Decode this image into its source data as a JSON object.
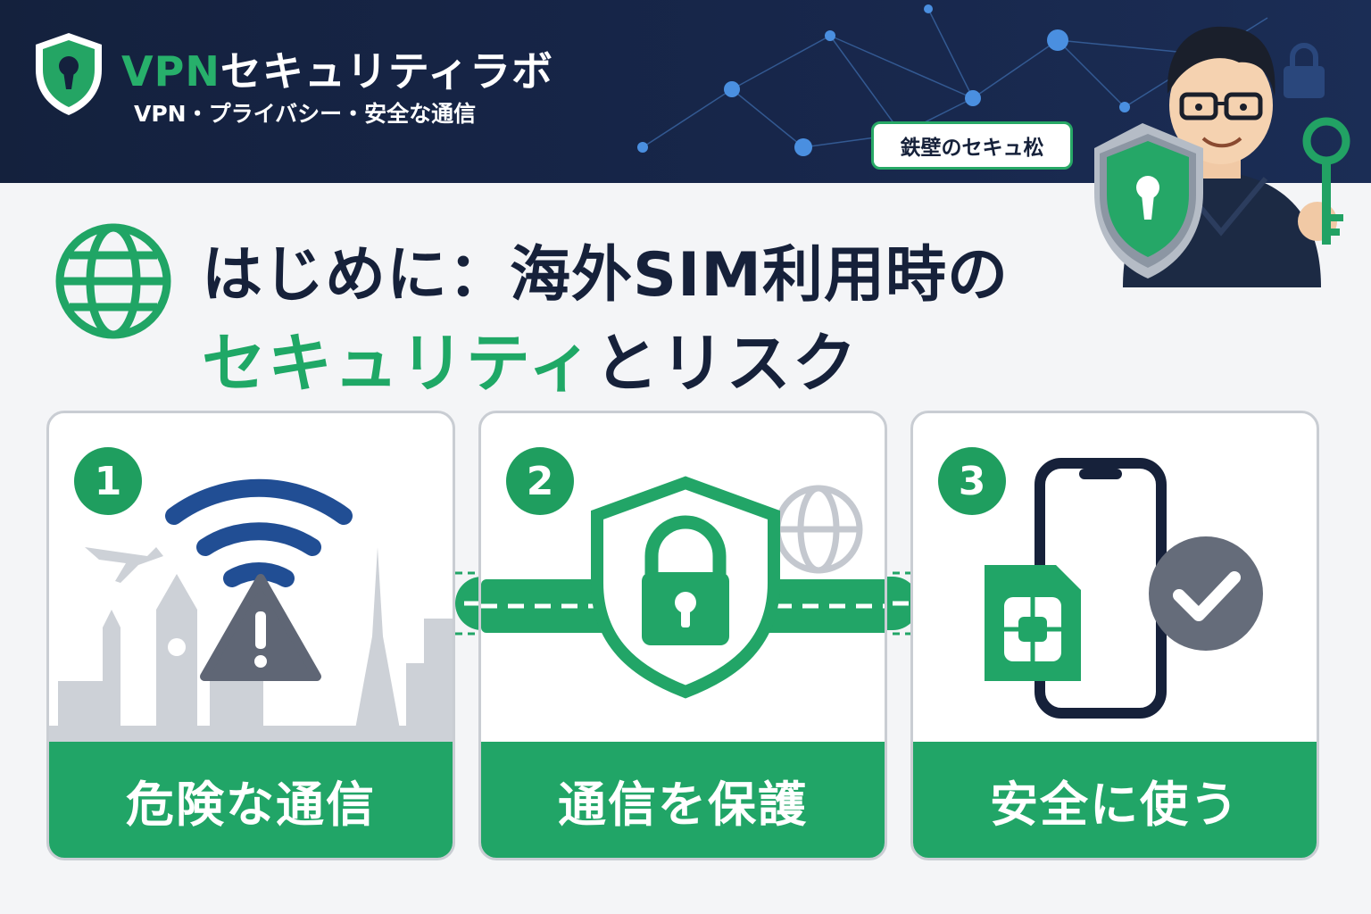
{
  "header": {
    "brand_prefix": "VPN",
    "brand_suffix": "セキュリティラボ",
    "tagline": "VPN・プライバシー・安全な通信",
    "mascot_name": "鉄壁のセキュ松"
  },
  "title": {
    "line1": "はじめに：海外SIM利用時の",
    "line2_highlight": "セキュリティ",
    "line2_rest": "とリスク"
  },
  "cards": [
    {
      "number": "1",
      "label": "危険な通信",
      "icon": "warning-wifi-icon"
    },
    {
      "number": "2",
      "label": "通信を保護",
      "icon": "lock-shield-icon"
    },
    {
      "number": "3",
      "label": "安全に使う",
      "icon": "sim-phone-check-icon"
    }
  ],
  "colors": {
    "navy": "#16213a",
    "green": "#21a567",
    "gray": "#5f6675"
  }
}
